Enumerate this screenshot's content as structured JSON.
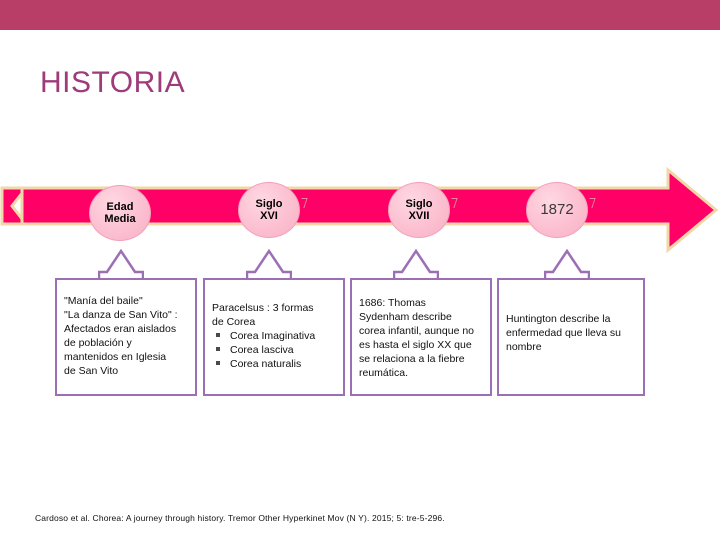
{
  "banner": {
    "color": "#b83e68"
  },
  "title": {
    "text": "HISTORIA",
    "color": "#9e3b7b"
  },
  "timeline": {
    "bar_color": "#ff0066",
    "bar_border_color": "#f2d7a8",
    "milestones": [
      {
        "id": "edad-media",
        "line1": "Edad",
        "line2": "Media",
        "style": "bold"
      },
      {
        "id": "siglo-xvi",
        "line1": "Siglo",
        "line2": "XVI",
        "style": "bold"
      },
      {
        "id": "siglo-xvii",
        "line1": "Siglo",
        "line2": "XVII",
        "style": "bold"
      },
      {
        "id": "1872",
        "line1": "1872",
        "line2": "",
        "style": "plain"
      }
    ]
  },
  "boxes": [
    {
      "id": "edad-media-box",
      "lines": [
        "\"Manía del baile\"",
        "\"La danza de San Vito\" :",
        "Afectados eran  aislados",
        "de población y",
        "mantenidos en Iglesia",
        "de San Vito"
      ]
    },
    {
      "id": "paracelsus-box",
      "lines": [
        "Paracelsus : 3 formas",
        "de Corea"
      ],
      "bullets": [
        "Corea Imaginativa",
        "Corea lasciva",
        "Corea naturalis"
      ]
    },
    {
      "id": "sydenham-box",
      "lines": [
        "1686: Thomas",
        "Sydenham describe",
        "corea infantil, aunque no",
        "es hasta el siglo XX que",
        "se relaciona a la fiebre",
        "reumática."
      ]
    },
    {
      "id": "huntington-box",
      "lines": [
        "Huntington describe la",
        "enfermedad que lleva su",
        "nombre"
      ]
    }
  ],
  "citation": {
    "text": "Cardoso et al. Chorea: A journey through history. Tremor Other Hyperkinet Mov (N Y). 2015; 5: tre-5-296."
  }
}
